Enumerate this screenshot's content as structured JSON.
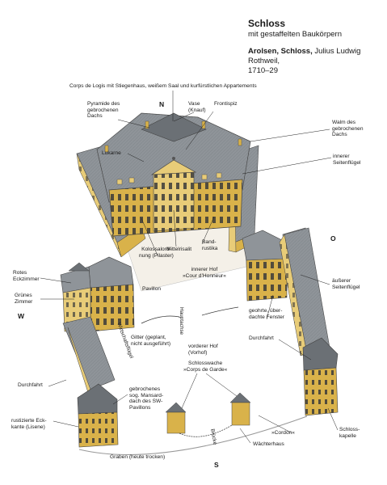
{
  "header": {
    "title": "Schloss",
    "subtitle": "mit gestaffelten Baukörpern",
    "credit_place": "Arolsen, Schloss,",
    "credit_rest": " Julius Ludwig Rothweil,",
    "credit_year": "1710–29"
  },
  "compass": {
    "north": "N",
    "south": "S",
    "east": "O",
    "west": "W"
  },
  "labels": {
    "corps_de_logis": "Corps de Logis mit Stiegenhaus, weißem Saal und kurfürstlichen Appartements",
    "pyramide": "Pyramide des\ngebrochenen\nDachs",
    "vase": "Vase\n(Knauf)",
    "frontispiz": "Frontispiz",
    "lukarne": "Lukarne",
    "walm": "Walm des\ngebrochenen\nDachs",
    "innerer_seitenfluegel": "innerer\nSeitenflügel",
    "kolossalordnung": "Kolossalord-\nnung (Pilaster)",
    "mittelrisalit": "Mittelrisalit",
    "bandrustika": "Band-\nrustika",
    "rotes_eckzimmer": "Rotes\nEckzimmer",
    "gruenes_zimmer": "Grünes\nZimmer",
    "innerer_hof": "innerer Hof\n»Cour d’Honneur«",
    "pavillon": "Pavillon",
    "aeusserer_seitenfluegel": "äußerer\nSeitenflügel",
    "gitter": "Gitter (geplant,\nnicht ausgeführt)",
    "vorderer_hof": "vorderer Hof\n(Vorhof)",
    "geohrte_fenster": "geohrte, über-\ndachte Fenster",
    "durchfahrt_east": "Durchfahrt",
    "durchfahrt_west": "Durchfahrt",
    "gebrochenes_dach": "gebrochenes\nsog. Mansard-\ndach des SW-\nPavillons",
    "schlosswache": "Schlosswache\n»Corps de Garde«",
    "cordon": "»Cordon«",
    "schlosskapelle": "Schloss-\nkapelle",
    "rustizierte_eckkante": "rustizierte Eck-\nkante (Lisene)",
    "graben": "Graben (heute trocken)",
    "waechterhaus": "Wächterhaus",
    "hauptachse": "Hauptachse",
    "wirtschaftsfluegel": "Wirtschaftsflügel",
    "bruecke": "Brücke"
  },
  "colors": {
    "roof": "#8f9499",
    "roof_dark": "#6b7075",
    "facade": "#d9b24a",
    "facade_light": "#e8cc78",
    "window": "#3a3a3a",
    "ground": "#ffffff"
  }
}
